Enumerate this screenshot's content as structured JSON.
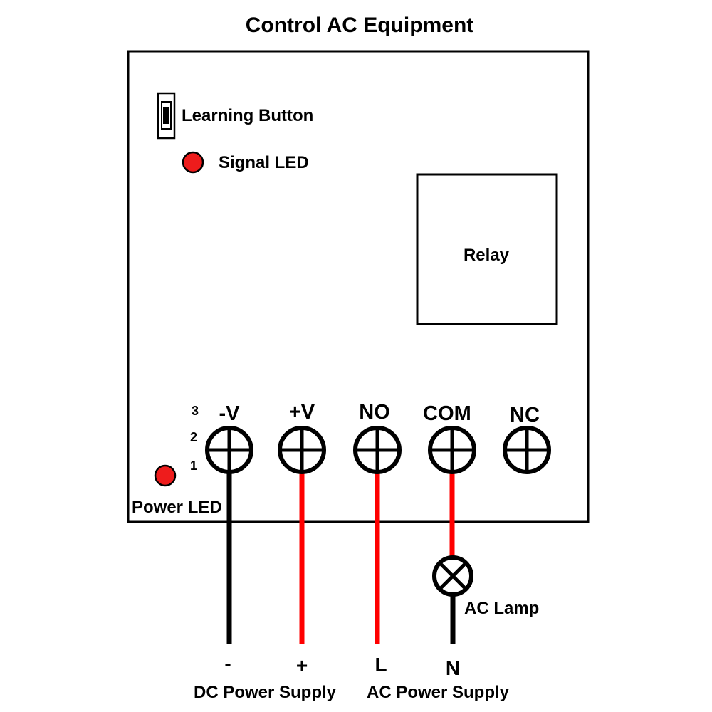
{
  "title": "Control AC Equipment",
  "colors": {
    "led": "#ee1c1c",
    "line": "#000000",
    "background": "#ffffff"
  },
  "board": {
    "learning_button": {
      "label": "Learning Button",
      "icon": "slide-switch-icon"
    },
    "signal_led": {
      "label": "Signal LED",
      "icon": "led-icon"
    },
    "relay": {
      "label": "Relay"
    },
    "power_led": {
      "label": "Power LED",
      "icon": "led-icon"
    },
    "pin_numbers": [
      "3",
      "2",
      "1"
    ],
    "terminals": [
      {
        "label": "-V",
        "icon": "screw-terminal-icon",
        "wire_color": "#000000"
      },
      {
        "label": "+V",
        "icon": "screw-terminal-icon",
        "wire_color": "#ff0000"
      },
      {
        "label": "NO",
        "icon": "screw-terminal-icon",
        "wire_color": "#ff0000"
      },
      {
        "label": "COM",
        "icon": "screw-terminal-icon",
        "wire_color": "#ff0000"
      },
      {
        "label": "NC",
        "icon": "screw-terminal-icon",
        "wire_color": null
      }
    ]
  },
  "lamp": {
    "label": "AC Lamp",
    "icon": "lamp-icon",
    "wire_color": "#000000"
  },
  "supplies": {
    "dc": {
      "label": "DC Power Supply",
      "minus": "-",
      "plus": "+"
    },
    "ac": {
      "label": "AC Power Supply",
      "line": "L",
      "neutral": "N"
    }
  }
}
